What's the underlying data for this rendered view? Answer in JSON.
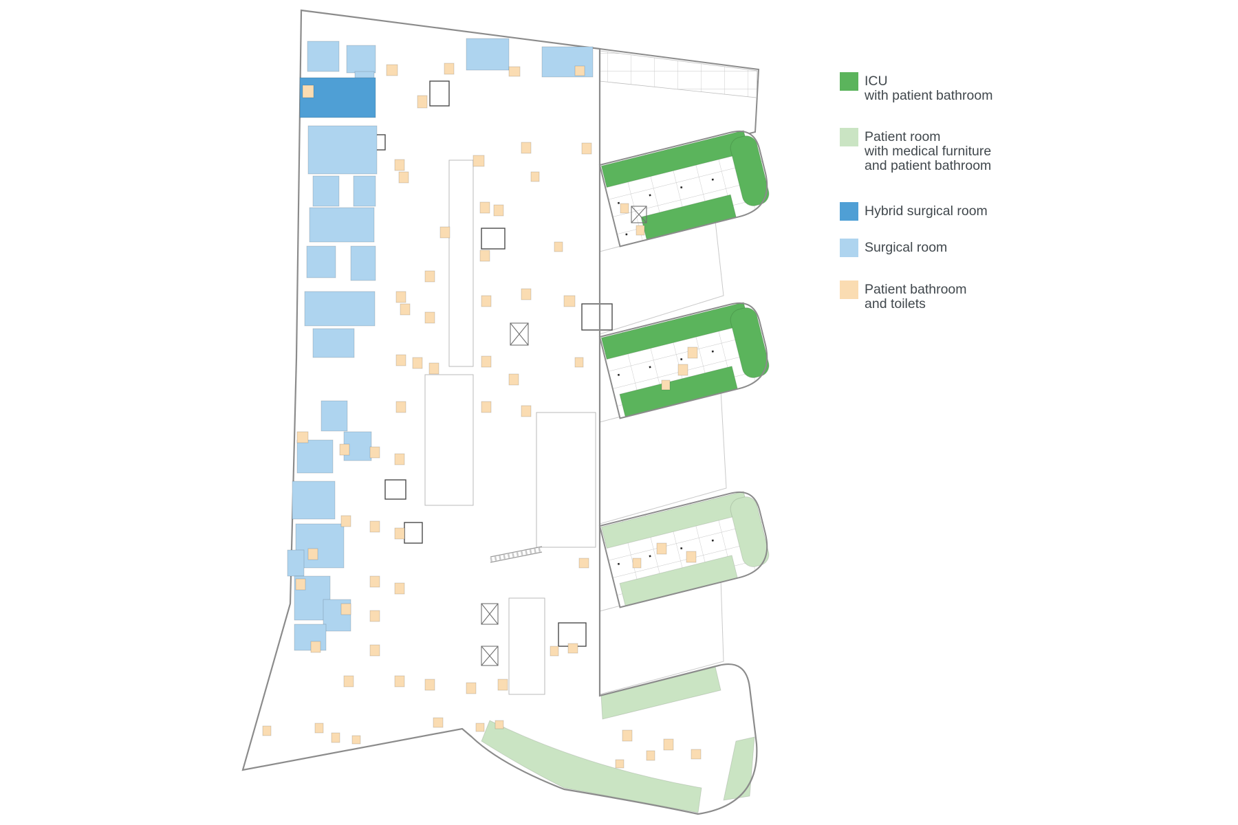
{
  "legend": {
    "items": [
      {
        "key": "icu",
        "color": "#5bb45c",
        "line1": "ICU",
        "line2": "with patient bathroom",
        "line3": ""
      },
      {
        "key": "patient",
        "color": "#cae4c3",
        "line1": "Patient room",
        "line2": "with medical furniture",
        "line3": "and patient bathroom"
      },
      {
        "key": "hybrid",
        "color": "#4f9fd5",
        "line1": "Hybrid surgical room",
        "line2": "",
        "line3": ""
      },
      {
        "key": "surgical",
        "color": "#aed4ef",
        "line1": "Surgical room",
        "line2": "",
        "line3": ""
      },
      {
        "key": "bathroom",
        "color": "#fadcb2",
        "line1": "Patient bathroom",
        "line2": "and toilets",
        "line3": ""
      }
    ]
  },
  "plan": {
    "zones": {
      "surgical": [
        [
          447,
          60,
          46,
          44
        ],
        [
          504,
          66,
          42,
          40
        ],
        [
          516,
          104,
          28,
          18
        ],
        [
          678,
          56,
          62,
          46
        ],
        [
          788,
          68,
          74,
          44
        ],
        [
          448,
          183,
          100,
          70
        ],
        [
          455,
          256,
          38,
          44
        ],
        [
          514,
          256,
          32,
          44
        ],
        [
          450,
          302,
          94,
          50
        ],
        [
          446,
          358,
          42,
          46
        ],
        [
          510,
          358,
          36,
          50
        ],
        [
          443,
          424,
          102,
          50
        ],
        [
          455,
          478,
          60,
          42
        ],
        [
          467,
          583,
          38,
          44
        ],
        [
          500,
          628,
          40,
          42
        ],
        [
          432,
          640,
          52,
          48
        ],
        [
          425,
          700,
          62,
          55
        ],
        [
          430,
          762,
          70,
          64
        ],
        [
          418,
          800,
          24,
          38
        ],
        [
          428,
          838,
          52,
          64
        ],
        [
          470,
          872,
          40,
          46
        ],
        [
          428,
          908,
          46,
          38
        ]
      ],
      "hybrid": [
        [
          436,
          113,
          110,
          58
        ]
      ],
      "bathroom": [
        [
          440,
          124,
          16,
          18
        ],
        [
          562,
          94,
          16,
          16
        ],
        [
          607,
          139,
          14,
          18
        ],
        [
          646,
          92,
          14,
          16
        ],
        [
          740,
          97,
          16,
          14
        ],
        [
          836,
          96,
          14,
          14
        ],
        [
          574,
          232,
          14,
          16
        ],
        [
          580,
          250,
          14,
          16
        ],
        [
          688,
          226,
          16,
          16
        ],
        [
          698,
          294,
          14,
          16
        ],
        [
          718,
          298,
          14,
          16
        ],
        [
          758,
          207,
          14,
          16
        ],
        [
          772,
          250,
          12,
          14
        ],
        [
          846,
          208,
          14,
          16
        ],
        [
          640,
          330,
          14,
          16
        ],
        [
          698,
          364,
          14,
          16
        ],
        [
          618,
          394,
          14,
          16
        ],
        [
          576,
          424,
          14,
          16
        ],
        [
          582,
          442,
          14,
          16
        ],
        [
          618,
          454,
          14,
          16
        ],
        [
          700,
          430,
          14,
          16
        ],
        [
          758,
          420,
          14,
          16
        ],
        [
          820,
          430,
          16,
          16
        ],
        [
          806,
          352,
          12,
          14
        ],
        [
          576,
          516,
          14,
          16
        ],
        [
          600,
          520,
          14,
          16
        ],
        [
          624,
          528,
          14,
          16
        ],
        [
          700,
          518,
          14,
          16
        ],
        [
          740,
          544,
          14,
          16
        ],
        [
          836,
          520,
          12,
          14
        ],
        [
          576,
          584,
          14,
          16
        ],
        [
          700,
          584,
          14,
          16
        ],
        [
          758,
          590,
          14,
          16
        ],
        [
          432,
          628,
          16,
          16
        ],
        [
          494,
          646,
          14,
          16
        ],
        [
          538,
          650,
          14,
          16
        ],
        [
          574,
          660,
          14,
          16
        ],
        [
          496,
          750,
          14,
          16
        ],
        [
          538,
          758,
          14,
          16
        ],
        [
          574,
          768,
          14,
          16
        ],
        [
          448,
          798,
          14,
          16
        ],
        [
          430,
          842,
          14,
          16
        ],
        [
          538,
          838,
          14,
          16
        ],
        [
          574,
          848,
          14,
          16
        ],
        [
          496,
          878,
          14,
          16
        ],
        [
          538,
          888,
          14,
          16
        ],
        [
          452,
          933,
          14,
          16
        ],
        [
          538,
          938,
          14,
          16
        ],
        [
          500,
          983,
          14,
          16
        ],
        [
          574,
          983,
          14,
          16
        ],
        [
          618,
          988,
          14,
          16
        ],
        [
          678,
          993,
          14,
          16
        ],
        [
          724,
          988,
          14,
          16
        ],
        [
          800,
          940,
          12,
          14
        ],
        [
          826,
          936,
          14,
          14
        ],
        [
          842,
          812,
          14,
          14
        ],
        [
          382,
          1056,
          12,
          14
        ],
        [
          458,
          1052,
          12,
          14
        ],
        [
          482,
          1066,
          12,
          14
        ],
        [
          512,
          1070,
          12,
          12
        ],
        [
          630,
          1044,
          14,
          14
        ],
        [
          692,
          1052,
          12,
          12
        ],
        [
          720,
          1048,
          12,
          12
        ],
        [
          902,
          296,
          12,
          14
        ],
        [
          925,
          328,
          12,
          14
        ],
        [
          1000,
          505,
          14,
          16
        ],
        [
          986,
          530,
          14,
          16
        ],
        [
          962,
          553,
          12,
          14
        ],
        [
          955,
          790,
          14,
          16
        ],
        [
          998,
          802,
          14,
          16
        ],
        [
          920,
          812,
          12,
          14
        ],
        [
          905,
          1062,
          14,
          16
        ],
        [
          965,
          1075,
          14,
          16
        ],
        [
          940,
          1092,
          12,
          14
        ],
        [
          1005,
          1090,
          14,
          14
        ],
        [
          895,
          1105,
          12,
          12
        ]
      ]
    }
  }
}
